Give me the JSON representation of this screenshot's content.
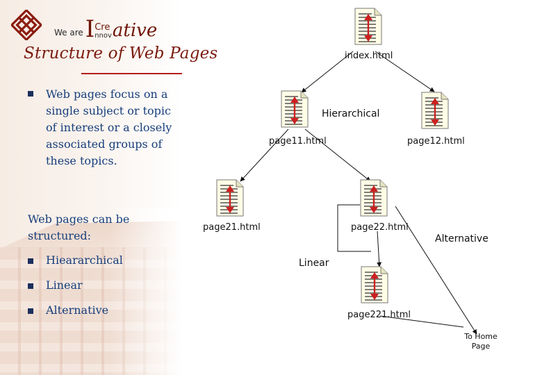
{
  "brand": {
    "prefix": "We are",
    "big_letter": "I",
    "stack_top": "Cre",
    "stack_bottom": "nnov",
    "suffix": "ative"
  },
  "title": "Structure of Web Pages",
  "intro": "Web pages focus on a single subject or topic of interest or a closely associated groups of these topics.",
  "lead": "Web pages can be structured:",
  "items": [
    "Hieararchical",
    "Linear",
    "Alternative"
  ],
  "diagram": {
    "files": {
      "index": "index.html",
      "page11": "page11.html",
      "page12": "page12.html",
      "page21": "page21.html",
      "page22": "page22.html",
      "page221": "page221.html"
    },
    "labels": {
      "hierarchical": "Hierarchical",
      "linear": "Linear",
      "alternative": "Alternative",
      "to_home_line1": "To Home",
      "to_home_line2": "Page"
    }
  },
  "colors": {
    "title": "#7a1a0e",
    "body_text": "#173e7c",
    "rule": "#b41e1e",
    "doc_icon_fill": "#fffde6",
    "doc_icon_arrow": "#cc1f1f"
  },
  "icons": [
    "university-logo-icon",
    "document-icon"
  ]
}
